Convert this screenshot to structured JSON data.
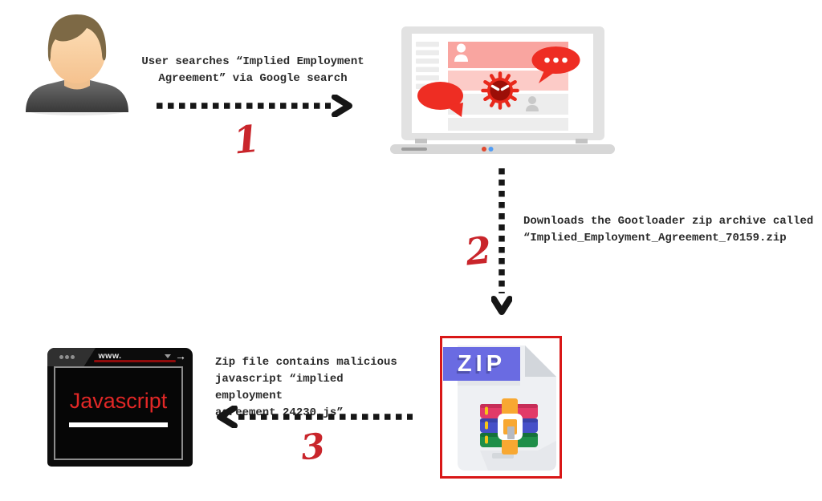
{
  "page": {
    "background": "#ffffff"
  },
  "colors": {
    "accent_red": "#ee2d23",
    "step_number_red": "#c9252b",
    "caption_text": "#2a2a2a",
    "arrow_black": "#161616",
    "zip_border_red": "#d91717",
    "zip_banner_purple": "#6a6be2",
    "browser_black": "#0c0c0c",
    "javascript_red": "#e12726",
    "url_underline_red": "#8f0b0b"
  },
  "step1": {
    "number": "1",
    "caption": "User searches “Implied Employment\nAgreement” via Google search"
  },
  "step2": {
    "number": "2",
    "caption": "Downloads the Gootloader zip archive called\n“Implied_Employment_Agreement_70159.zip"
  },
  "step3": {
    "number": "3",
    "caption": "Zip file contains malicious\njavascript “implied employment\nagreement 24230.js”"
  },
  "zip_file": {
    "banner_label": "ZIP"
  },
  "browser": {
    "url_text": "www.",
    "page_text": "Javascript",
    "go_arrow": "→"
  },
  "icons": {
    "avatar": "user-avatar-icon",
    "laptop": "laptop-infected-search-icon",
    "virus": "malware-virus-icon",
    "speech_left": "speech-bubble-icon",
    "speech_right": "speech-bubble-dots-icon",
    "zip": "zip-archive-icon",
    "winrar": "winrar-books-icon",
    "browser_window": "browser-window",
    "arrow1": "dotted-arrow-right",
    "arrow2": "dotted-arrow-down",
    "arrow3": "dotted-arrow-left"
  }
}
